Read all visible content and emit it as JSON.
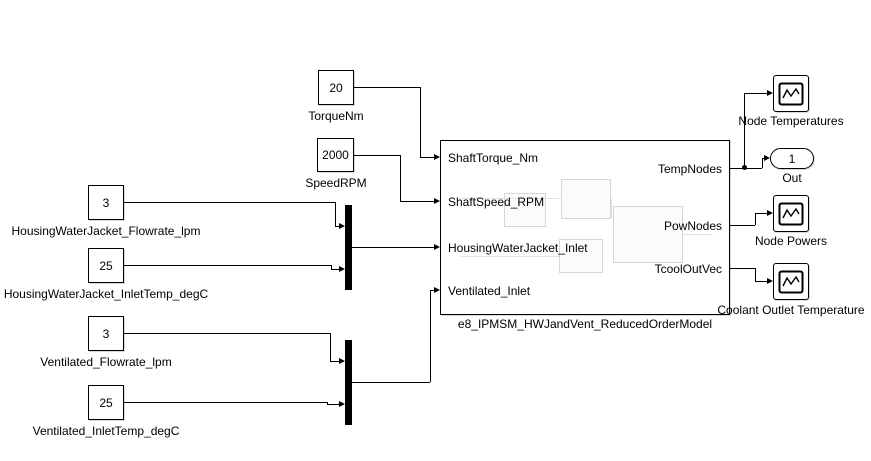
{
  "blocks": {
    "constants": [
      {
        "value": "20",
        "label": "TorqueNm"
      },
      {
        "value": "2000",
        "label": "SpeedRPM"
      },
      {
        "value": "3",
        "label": "HousingWaterJacket_Flowrate_lpm"
      },
      {
        "value": "25",
        "label": "HousingWaterJacket_InletTemp_degC"
      },
      {
        "value": "3",
        "label": "Ventilated_Flowrate_lpm"
      },
      {
        "value": "25",
        "label": "Ventilated_InletTemp_degC"
      }
    ],
    "subsystem": {
      "label": "e8_IPMSM_HWJandVent_ReducedOrderModel",
      "input_ports": [
        {
          "label": "ShaftTorque_Nm"
        },
        {
          "label": "ShaftSpeed_RPM"
        },
        {
          "label": "HousingWaterJacket_Inlet"
        },
        {
          "label": "Ventilated_Inlet"
        }
      ],
      "output_ports": [
        {
          "label": "TempNodes"
        },
        {
          "label": "PowNodes"
        },
        {
          "label": "TcoolOutVec"
        }
      ]
    },
    "scopes": [
      {
        "label": "Node Temperatures"
      },
      {
        "label": "Node Powers"
      },
      {
        "label": "Coolant Outlet Temperature"
      }
    ],
    "outport": {
      "value": "1",
      "label": "Out"
    }
  }
}
